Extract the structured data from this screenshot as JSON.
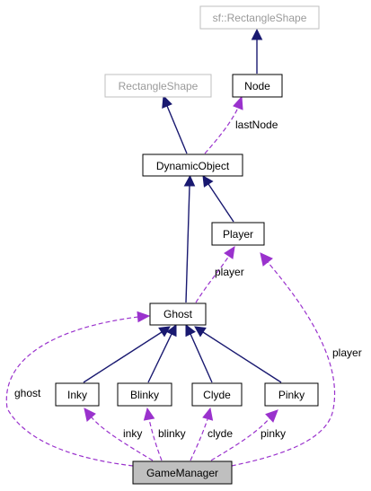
{
  "nodes": {
    "sf_rectangle_shape": "sf::RectangleShape",
    "rectangle_shape": "RectangleShape",
    "node": "Node",
    "dynamic_object": "DynamicObject",
    "player": "Player",
    "ghost": "Ghost",
    "inky": "Inky",
    "blinky": "Blinky",
    "clyde": "Clyde",
    "pinky": "Pinky",
    "game_manager": "GameManager"
  },
  "edge_labels": {
    "last_node": "lastNode",
    "player_ghost": "player",
    "player_gm": "player",
    "ghost_gm": "ghost",
    "inky": "inky",
    "blinky": "blinky",
    "clyde": "clyde",
    "pinky": "pinky"
  },
  "colors": {
    "inheritance": "#191970",
    "usage": "#9a32cd",
    "external_border": "#bfbfbf",
    "focus_fill": "#bfbfbf"
  }
}
